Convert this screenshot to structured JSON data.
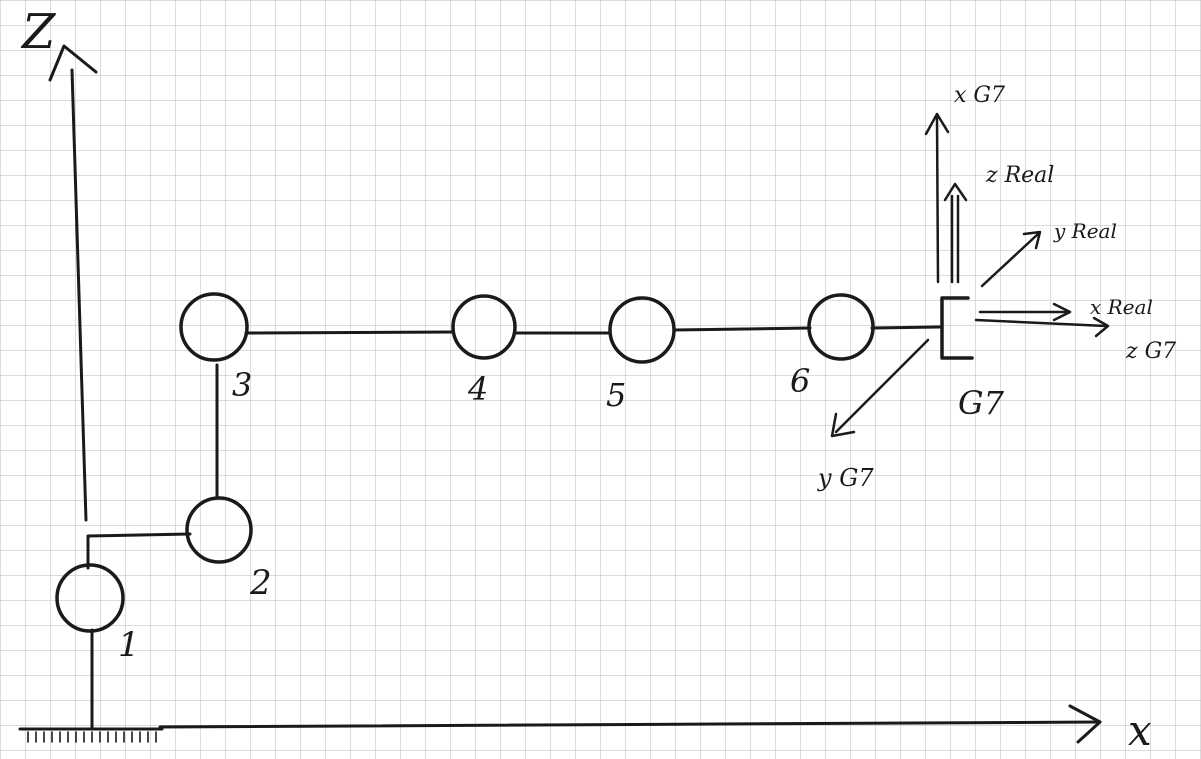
{
  "axes": {
    "z": "Z",
    "x": "x"
  },
  "joints": [
    "1",
    "2",
    "3",
    "4",
    "5",
    "6"
  ],
  "gripper": {
    "label": "G7"
  },
  "frame_labels": {
    "x_g7": "x G7",
    "z_real": "z Real",
    "y_real": "y Real",
    "x_real": "x Real",
    "z_g7": "z G7",
    "y_g7": "y G7"
  },
  "colors": {
    "ink": "#1a1a1a",
    "grid": "#b8b8b8"
  }
}
